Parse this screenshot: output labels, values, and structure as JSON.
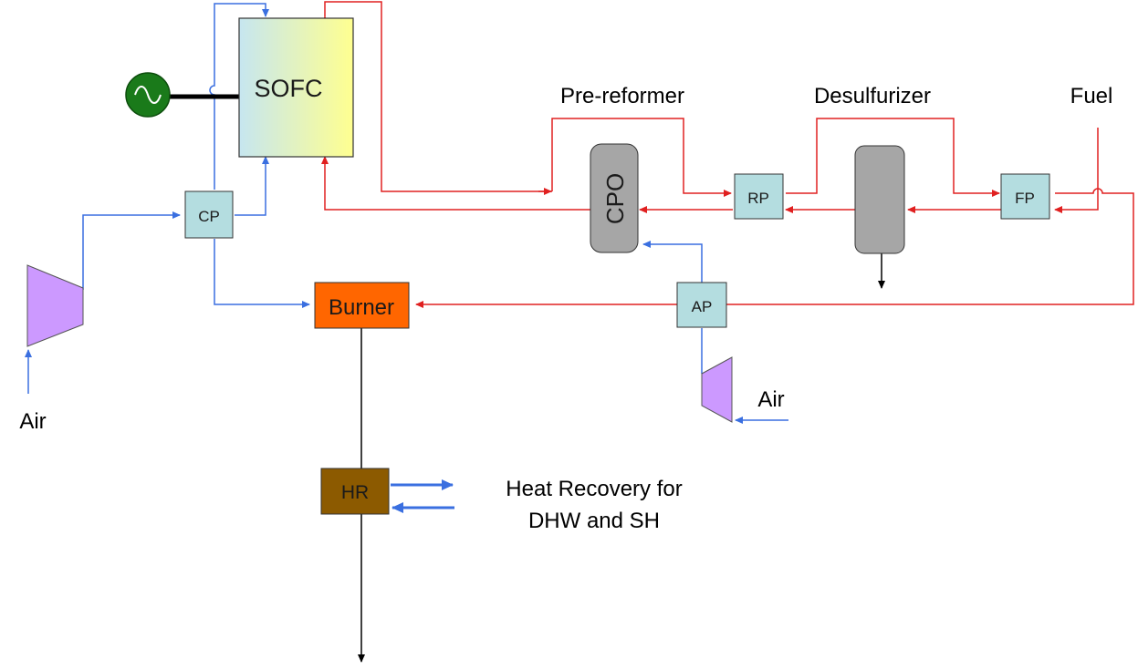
{
  "labels": {
    "sofc": "SOFC",
    "pre_reformer": "Pre-reformer",
    "desulfurizer": "Desulfurizer",
    "fuel": "Fuel",
    "cpo": "CPO",
    "cp": "CP",
    "rp": "RP",
    "fp": "FP",
    "ap": "AP",
    "burner": "Burner",
    "hr": "HR",
    "air_left": "Air",
    "air_right": "Air",
    "heat_recovery_line1": "Heat Recovery for",
    "heat_recovery_line2": "DHW and SH"
  },
  "colors": {
    "air_stream": "#3a6fe0",
    "fuel_stream": "#e02020",
    "exhaust_stream": "#000000",
    "preheater_fill": "#b4dde0",
    "sofc_gradient_start": "#c6e6f0",
    "sofc_gradient_end": "#ffff90",
    "vessel_fill": "#a6a6a6",
    "burner_fill": "#ff6600",
    "hr_fill": "#8c5a00",
    "compressor_fill": "#cc99ff",
    "generator_fill": "#1a7a1a"
  }
}
